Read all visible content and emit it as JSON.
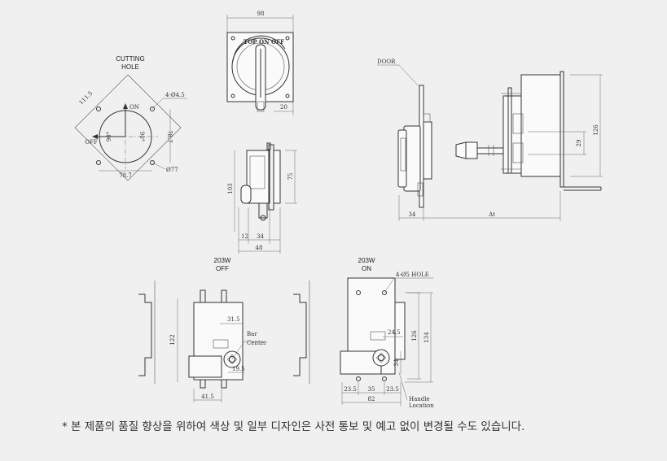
{
  "cutting_hole": {
    "title_line1": "CUTTING",
    "title_line2": "HOLE",
    "dim_diag": "111.5",
    "hole_spec": "4-Ø4.5",
    "dim_side": "78.7",
    "dim_bottom": "78.7",
    "on_label": "ON",
    "off_label": "OFF",
    "angle_left": "90°",
    "angle_right": "90°",
    "center_mark": "Ø77"
  },
  "front_view": {
    "dim_width": "98",
    "dim_20": "20",
    "face_text": "TOP ON OFF"
  },
  "side_view": {
    "dim_height": "103",
    "dim_75": "75",
    "dim_12": "12",
    "dim_34": "34",
    "dim_48": "48"
  },
  "assembly_view": {
    "door_label": "DOOR",
    "dim_126": "126",
    "dim_29": "29",
    "dim_34": "34",
    "dim_t": "Δt"
  },
  "off_view": {
    "title_line1": "203W",
    "title_line2": "OFF",
    "dim_122": "122",
    "dim_31_5": "31.5",
    "bar_center_line1": "Bar",
    "bar_center_line2": "Center",
    "dim_19_5": "19.5",
    "dim_41_5": "41.5"
  },
  "on_view": {
    "title_line1": "203W",
    "title_line2": "ON",
    "hole_spec": "4-Ø5 HOLE",
    "dim_24_5": "24.5",
    "dim_126": "126",
    "dim_134": "134",
    "dim_34": "34",
    "dim_23_5_left": "23.5",
    "dim_35": "35",
    "dim_23_5_right": "23.5",
    "dim_82": "82",
    "handle_location_line1": "Handle",
    "handle_location_line2": "Location"
  },
  "footnote": "* 본 제품의 품질 향상을 위하여 색상 및 일부 디자인은 사전 통보 및 예고 없이 변경될 수도 있습니다."
}
